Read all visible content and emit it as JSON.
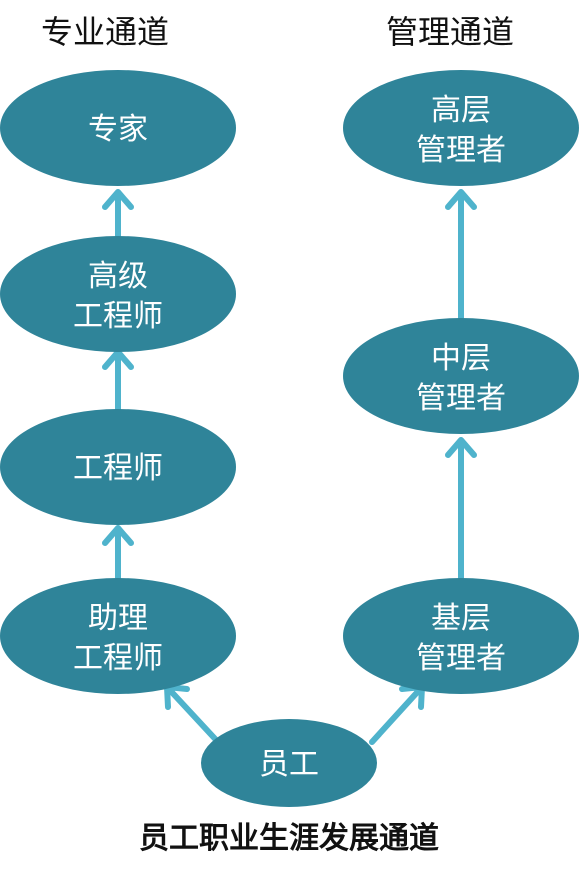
{
  "headings": {
    "professional": "专业通道",
    "management": "管理通道"
  },
  "nodes": {
    "expert": {
      "lines": [
        "专家"
      ]
    },
    "senior_engineer": {
      "lines": [
        "高级",
        "工程师"
      ]
    },
    "engineer": {
      "lines": [
        "工程师"
      ]
    },
    "assistant_engineer": {
      "lines": [
        "助理",
        "工程师"
      ]
    },
    "senior_manager": {
      "lines": [
        "高层",
        "管理者"
      ]
    },
    "middle_manager": {
      "lines": [
        "中层",
        "管理者"
      ]
    },
    "junior_manager": {
      "lines": [
        "基层",
        "管理者"
      ]
    },
    "employee": {
      "lines": [
        "员工"
      ]
    }
  },
  "caption": "员工职业生涯发展通道",
  "colors": {
    "node_fill": "#2f8499",
    "connector": "#4fb3cc",
    "node_text": "#ffffff"
  }
}
